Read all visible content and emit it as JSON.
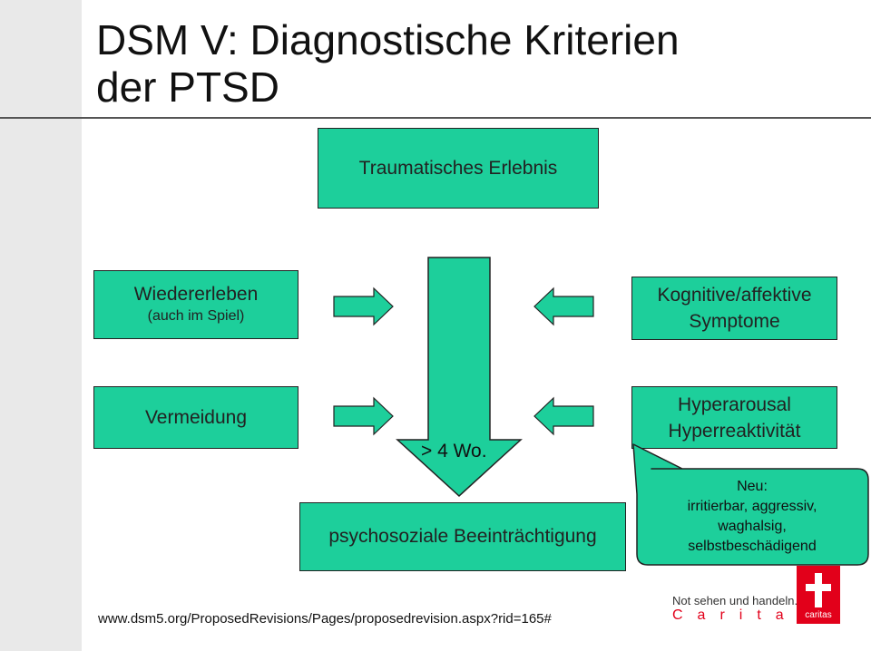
{
  "title": {
    "line1": "DSM V: Diagnostische Kriterien",
    "line2": "der PTSD"
  },
  "boxes": {
    "trauma": "Traumatisches Erlebnis",
    "wiedererleben": {
      "line1": "Wiedererleben",
      "line2": "(auch im Spiel)"
    },
    "kognitiv": {
      "line1": "Kognitive/affektive",
      "line2": "Symptome"
    },
    "vermeidung": "Vermeidung",
    "hyper": {
      "line1": "Hyperarousal",
      "line2": "Hyperreaktivität"
    },
    "psycho": "psychosoziale Beeinträchtigung"
  },
  "duration_label": "> 4 Wo.",
  "callout": {
    "lines": [
      "Neu:",
      "irritierbar, aggressiv,",
      "waghalsig,",
      "selbstbeschädigend"
    ]
  },
  "footer": {
    "url": "www.dsm5.org/ProposedRevisions/Pages/proposedrevision.aspx?rid=165#"
  },
  "caritas": {
    "slogan": "Not sehen und handeln.",
    "wordmark": "Caritas",
    "logo_text": "caritas"
  },
  "colors": {
    "box_fill": "#1dcf9b",
    "caritas_red": "#e2001a"
  }
}
